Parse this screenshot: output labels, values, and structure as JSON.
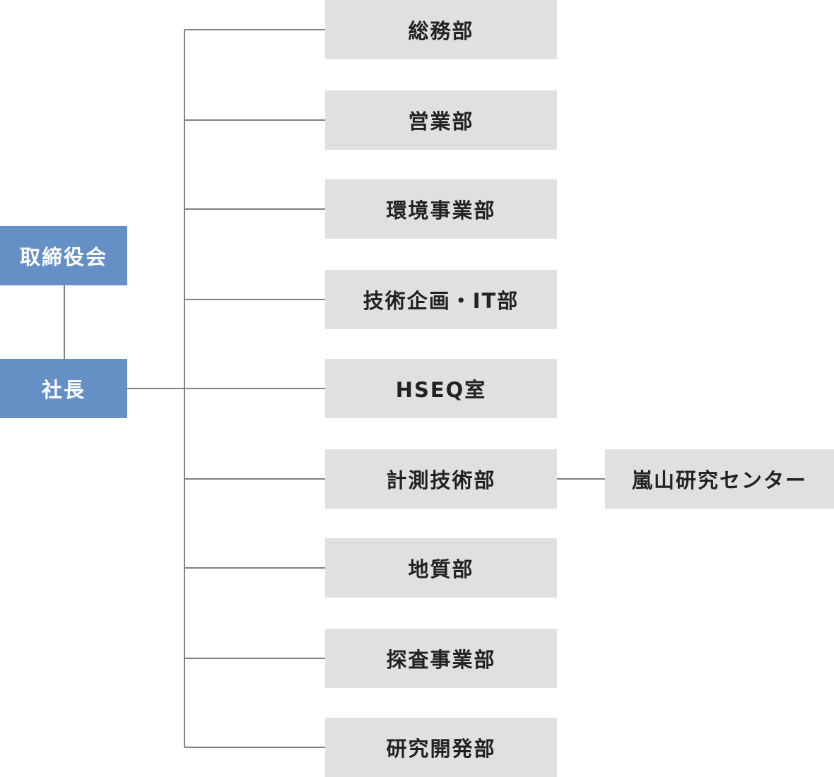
{
  "colors": {
    "executive_box": "#6590c5",
    "executive_text": "#ffffff",
    "department_box": "#e0e0e0",
    "department_text": "#222222",
    "connector_line": "#808080"
  },
  "executives": {
    "board": "取締役会",
    "president": "社長"
  },
  "departments": [
    "総務部",
    "営業部",
    "環境事業部",
    "技術企画・IT部",
    "HSEQ室",
    "計測技術部",
    "地質部",
    "探査事業部",
    "研究開発部"
  ],
  "sub_units": [
    {
      "parent": "計測技術部",
      "label": "嵐山研究センター"
    }
  ]
}
